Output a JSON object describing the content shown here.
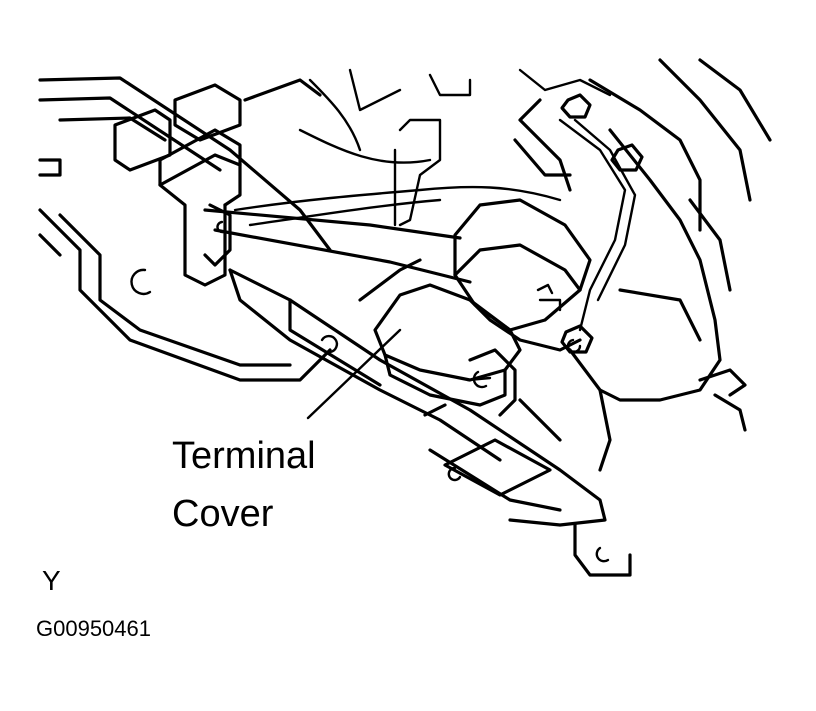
{
  "callout": {
    "line1": "Terminal",
    "line2": "Cover"
  },
  "view_marker": "Y",
  "figure_code": "G00950461"
}
